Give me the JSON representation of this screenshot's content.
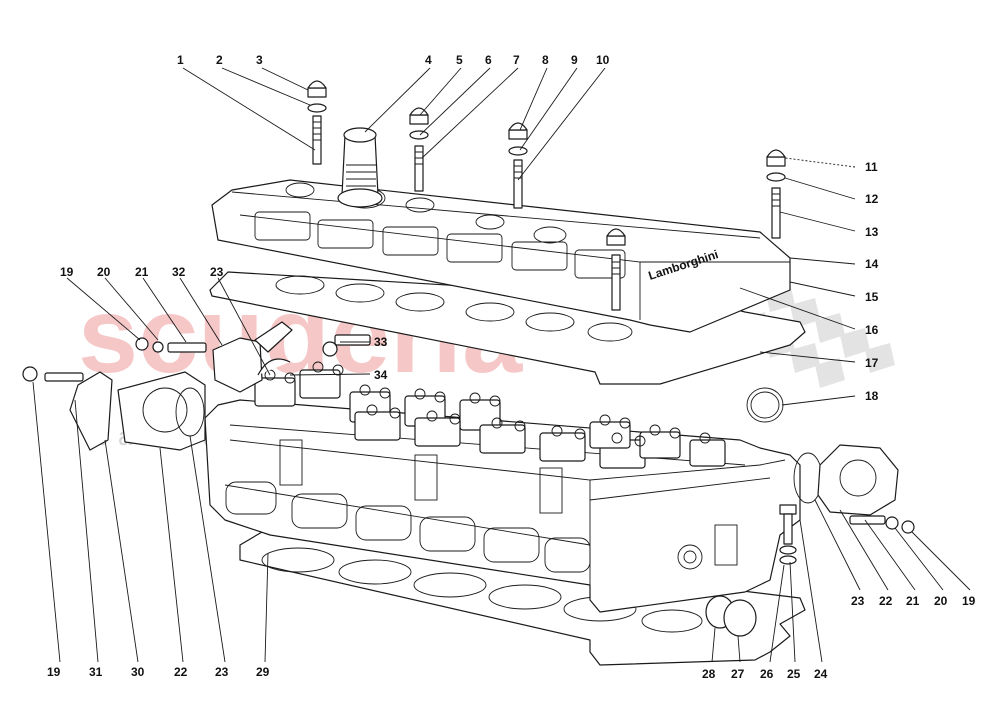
{
  "watermark": {
    "brand": "scuderia",
    "subtitle": "car parts"
  },
  "cover_logo_text": "Lamborghini",
  "callouts": {
    "c1": "1",
    "c2": "2",
    "c3": "3",
    "c4": "4",
    "c5": "5",
    "c6": "6",
    "c7": "7",
    "c8": "8",
    "c9": "9",
    "c10": "10",
    "c11": "11",
    "c12": "12",
    "c13": "13",
    "c14": "14",
    "c15": "15",
    "c16": "16",
    "c17": "17",
    "c18": "18",
    "c19a": "19",
    "c20a": "20",
    "c21a": "21",
    "c32": "32",
    "c23a": "23",
    "c33": "33",
    "c34": "34",
    "c19b": "19",
    "c31": "31",
    "c30": "30",
    "c22a": "22",
    "c23b": "23",
    "c29": "29",
    "c28": "28",
    "c27": "27",
    "c26": "26",
    "c25": "25",
    "c24": "24",
    "c23c": "23",
    "c22b": "22",
    "c21b": "21",
    "c20b": "20",
    "c19c": "19"
  }
}
